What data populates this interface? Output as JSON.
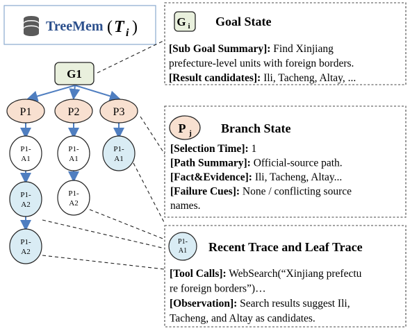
{
  "title": {
    "name": "TreeMem",
    "symbol": "T",
    "subscript": "i",
    "accent_color": "#2b4f8c",
    "icon": "database-icon"
  },
  "tree": {
    "root": "G1",
    "level1": [
      "P1",
      "P2",
      "P3"
    ],
    "p1_children": [
      "P1-\nA1",
      "P1-\nA2",
      "P1-\nA2"
    ],
    "p2_children": [
      "P1-\nA1",
      "P1-\nA2"
    ],
    "p3_children": [
      "P1-\nA1"
    ],
    "colors": {
      "root_fill": "#e9f0dd",
      "branch_fill": "#f8e0d0",
      "leaf_fill": "#d9ecf4",
      "plain_fill": "#ffffff",
      "edge": "#4f7ec0"
    }
  },
  "goal_panel": {
    "badge": "G",
    "badge_sub": "i",
    "heading": "Goal State",
    "lines": [
      {
        "key": "[Sub Goal Summary]:",
        "text": " Find Xinjiang"
      },
      {
        "key": "",
        "text": "prefecture-level units with foreign borders."
      },
      {
        "key": "[Result candidates]:",
        "text": " Ili, Tacheng, Altay, ..."
      }
    ]
  },
  "branch_panel": {
    "badge": "P",
    "badge_sub": "j",
    "heading": "Branch State",
    "lines": [
      {
        "key": "[Selection Time]:",
        "text": " 1"
      },
      {
        "key": "[Path Summary]:",
        "text": " Official-source path."
      },
      {
        "key": "[Fact&Evidence]:",
        "text": " Ili, Tacheng, Altay..."
      },
      {
        "key": "[Failure Cues]:",
        "text": " None / conflicting source"
      },
      {
        "key": "",
        "text": "names."
      }
    ]
  },
  "trace_panel": {
    "badge": "P1-\nA1",
    "heading": "Recent Trace and Leaf Trace",
    "lines": [
      {
        "key": "[Tool Calls]:",
        "text": " WebSearch(“Xinjiang prefectu"
      },
      {
        "key": "",
        "text": "re foreign borders”)…"
      },
      {
        "key": "[Observation]:",
        "text": " Search results suggest Ili,"
      },
      {
        "key": "",
        "text": "Tacheng, and Altay as candidates."
      }
    ]
  }
}
